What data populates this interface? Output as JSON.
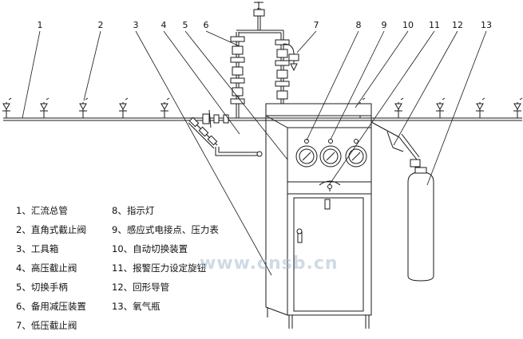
{
  "callouts": [
    "1",
    "2",
    "3",
    "4",
    "5",
    "6",
    "7",
    "8",
    "9",
    "10",
    "11",
    "12",
    "13"
  ],
  "legend_left": [
    "1、汇流总管",
    "2、直角式截止阀",
    "3、工具箱",
    "4、高压截止阀",
    "5、切换手柄",
    "6、备用减压装置",
    "7、低压截止阀"
  ],
  "legend_right": [
    "8、指示灯",
    "9、感应式电接点、压力表",
    "10、自动切换装置",
    "11、报警压力设定旋钮",
    "12、回形导管",
    "13、氧气瓶"
  ],
  "watermark": "www.cnsb.cn",
  "colors": {
    "line": "#1a1a1a",
    "text": "#111111",
    "watermark": "#aabccd"
  }
}
